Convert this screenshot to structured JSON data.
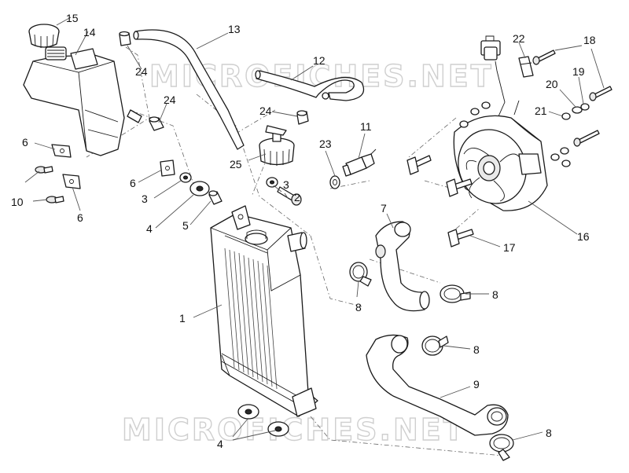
{
  "watermark": {
    "top": "MICROFICHES.NET",
    "bottom": "MICROFICHES.NET"
  },
  "callouts": {
    "c1": "1",
    "c2": "2",
    "c3a": "3",
    "c3b": "3",
    "c4a": "4",
    "c4b": "4",
    "c5": "5",
    "c6a": "6",
    "c6b": "6",
    "c6c": "6",
    "c7": "7",
    "c8a": "8",
    "c8b": "8",
    "c8c": "8",
    "c8d": "8",
    "c9": "9",
    "c10": "10",
    "c11": "11",
    "c12": "12",
    "c13": "13",
    "c14": "14",
    "c15": "15",
    "c16": "16",
    "c17": "17",
    "c18": "18",
    "c19": "19",
    "c20": "20",
    "c21": "21",
    "c22": "22",
    "c23": "23",
    "c24a": "24",
    "c24b": "24",
    "c24c": "24",
    "c25": "25"
  }
}
